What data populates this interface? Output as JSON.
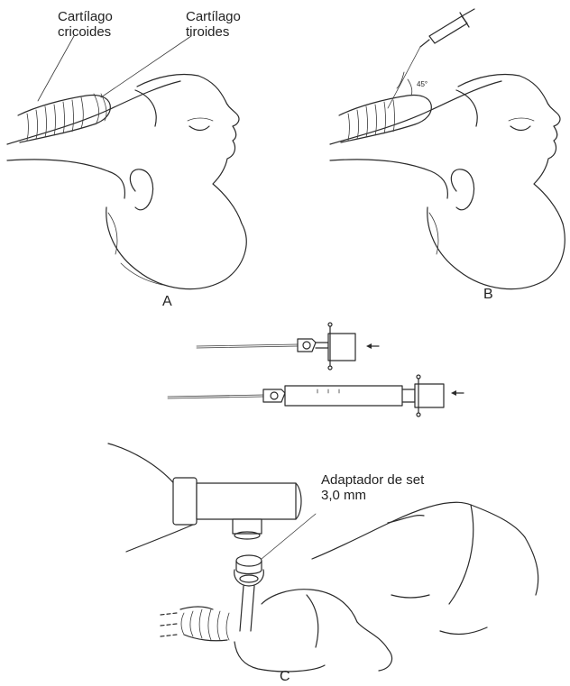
{
  "panels": {
    "a": {
      "letter": "A",
      "label_cricoid_line1": "Cartílago",
      "label_cricoid_line2": "cricoides",
      "label_thyroid_line1": "Cartílago",
      "label_thyroid_line2": "tiroides"
    },
    "b": {
      "letter": "B",
      "angle_label": "45°"
    },
    "c": {
      "letter": "C",
      "adapter_label_line1": "Adaptador de set",
      "adapter_label_line2": "3,0 mm"
    }
  },
  "colors": {
    "line": "#2a2a2a",
    "background": "#ffffff"
  }
}
